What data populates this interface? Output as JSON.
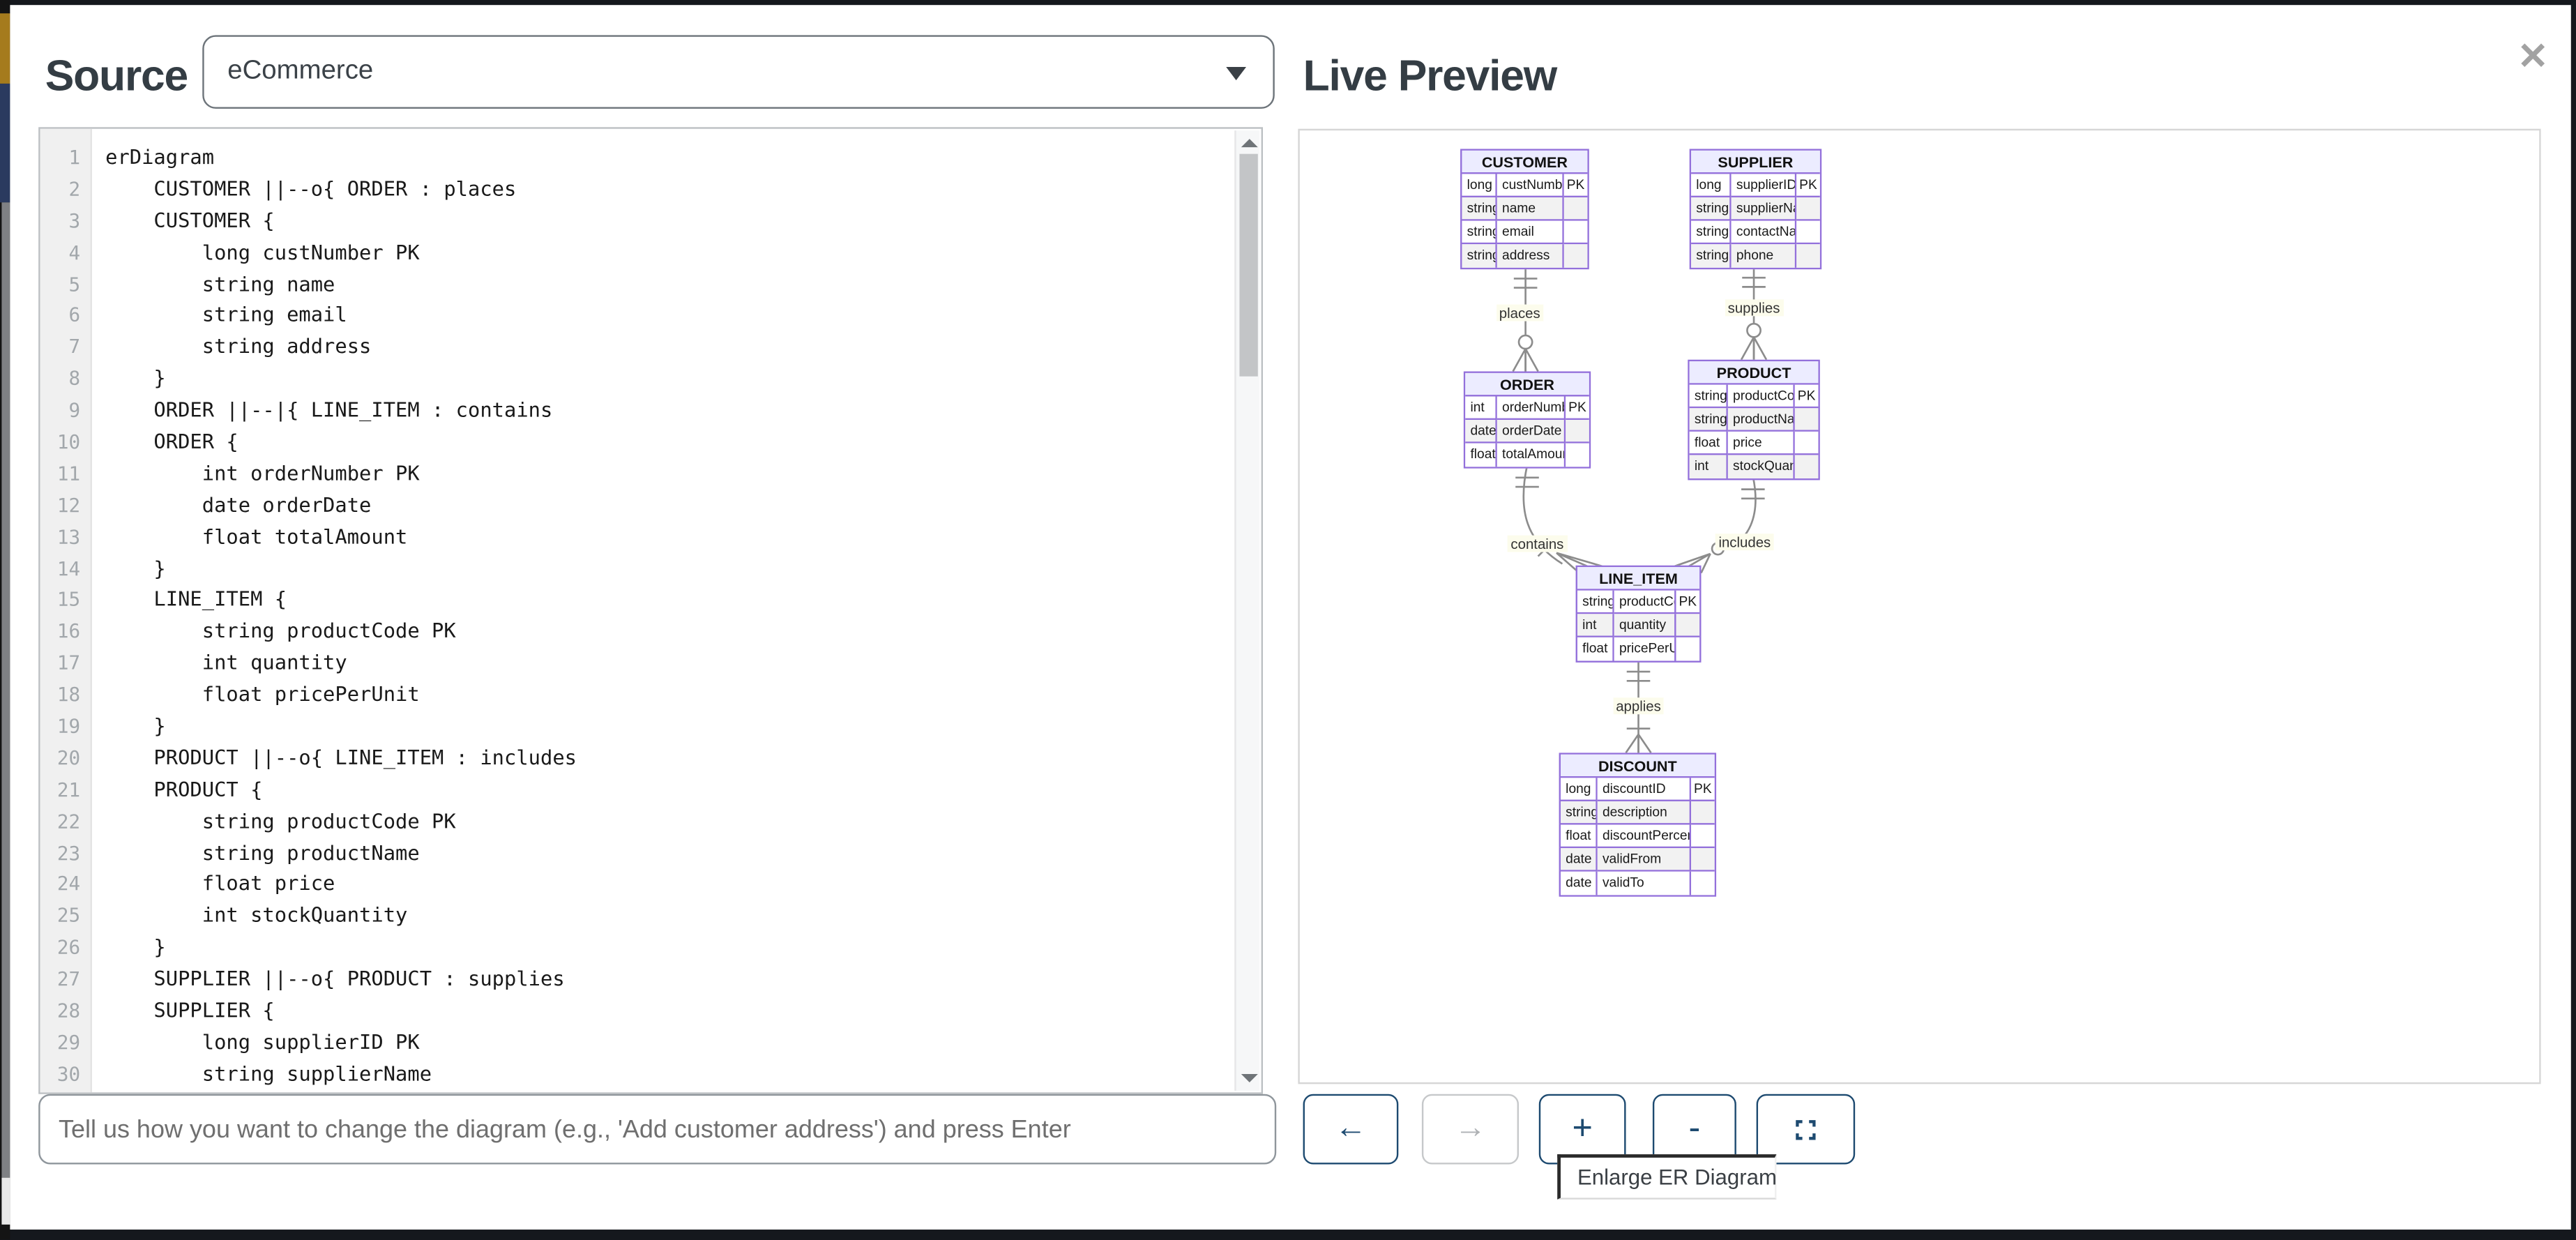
{
  "window": {
    "close_icon": "✕"
  },
  "source": {
    "label": "Source",
    "selected_option": "eCommerce"
  },
  "editor": {
    "lines": [
      "erDiagram",
      "    CUSTOMER ||--o{ ORDER : places",
      "    CUSTOMER {",
      "        long custNumber PK",
      "        string name",
      "        string email",
      "        string address",
      "    }",
      "    ORDER ||--|{ LINE_ITEM : contains",
      "    ORDER {",
      "        int orderNumber PK",
      "        date orderDate",
      "        float totalAmount",
      "    }",
      "    LINE_ITEM {",
      "        string productCode PK",
      "        int quantity",
      "        float pricePerUnit",
      "    }",
      "    PRODUCT ||--o{ LINE_ITEM : includes",
      "    PRODUCT {",
      "        string productCode PK",
      "        string productName",
      "        float price",
      "        int stockQuantity",
      "    }",
      "    SUPPLIER ||--o{ PRODUCT : supplies",
      "    SUPPLIER {",
      "        long supplierID PK",
      "        string supplierName"
    ]
  },
  "chat_input": {
    "placeholder": "Tell us how you want to change the diagram (e.g., 'Add customer address') and press Enter"
  },
  "preview": {
    "title": "Live Preview"
  },
  "toolbar": {
    "back_label": "←",
    "forward_label": "→",
    "zoom_in_label": "+",
    "zoom_out_label": "-",
    "fullscreen_icon": "fullscreen-brackets-icon",
    "tooltip": "Enlarge ER Diagram"
  },
  "diagram": {
    "entities": [
      {
        "id": "CUSTOMER",
        "title": "CUSTOMER",
        "attributes": [
          [
            "long",
            "custNumber",
            "PK"
          ],
          [
            "string",
            "name",
            ""
          ],
          [
            "string",
            "email",
            ""
          ],
          [
            "string",
            "address",
            ""
          ]
        ]
      },
      {
        "id": "SUPPLIER",
        "title": "SUPPLIER",
        "attributes": [
          [
            "long",
            "supplierID",
            "PK"
          ],
          [
            "string",
            "supplierName",
            ""
          ],
          [
            "string",
            "contactName",
            ""
          ],
          [
            "string",
            "phone",
            ""
          ]
        ]
      },
      {
        "id": "ORDER",
        "title": "ORDER",
        "attributes": [
          [
            "int",
            "orderNumber",
            "PK"
          ],
          [
            "date",
            "orderDate",
            ""
          ],
          [
            "float",
            "totalAmount",
            ""
          ]
        ]
      },
      {
        "id": "PRODUCT",
        "title": "PRODUCT",
        "attributes": [
          [
            "string",
            "productCode",
            "PK"
          ],
          [
            "string",
            "productName",
            ""
          ],
          [
            "float",
            "price",
            ""
          ],
          [
            "int",
            "stockQuantity",
            ""
          ]
        ]
      },
      {
        "id": "LINE_ITEM",
        "title": "LINE_ITEM",
        "attributes": [
          [
            "string",
            "productCode",
            "PK"
          ],
          [
            "int",
            "quantity",
            ""
          ],
          [
            "float",
            "pricePerUnit",
            ""
          ]
        ]
      },
      {
        "id": "DISCOUNT",
        "title": "DISCOUNT",
        "attributes": [
          [
            "long",
            "discountID",
            "PK"
          ],
          [
            "string",
            "description",
            ""
          ],
          [
            "float",
            "discountPercentage",
            ""
          ],
          [
            "date",
            "validFrom",
            ""
          ],
          [
            "date",
            "validTo",
            ""
          ]
        ]
      }
    ],
    "relationships": [
      {
        "from": "CUSTOMER",
        "to": "ORDER",
        "label": "places",
        "cardinality": "||--o{"
      },
      {
        "from": "SUPPLIER",
        "to": "PRODUCT",
        "label": "supplies",
        "cardinality": "||--o{"
      },
      {
        "from": "ORDER",
        "to": "LINE_ITEM",
        "label": "contains",
        "cardinality": "||--|{"
      },
      {
        "from": "PRODUCT",
        "to": "LINE_ITEM",
        "label": "includes",
        "cardinality": "||--o{"
      },
      {
        "from": "LINE_ITEM",
        "to": "DISCOUNT",
        "label": "applies",
        "cardinality": "||--|{"
      }
    ],
    "colors": {
      "entity_header_bg": "#ECECFF",
      "entity_border": "#9370DB",
      "alt_row_bg": "#f2f2f2",
      "relationship_line": "#8c8c8c",
      "label_bg": "#fcfcec"
    }
  }
}
